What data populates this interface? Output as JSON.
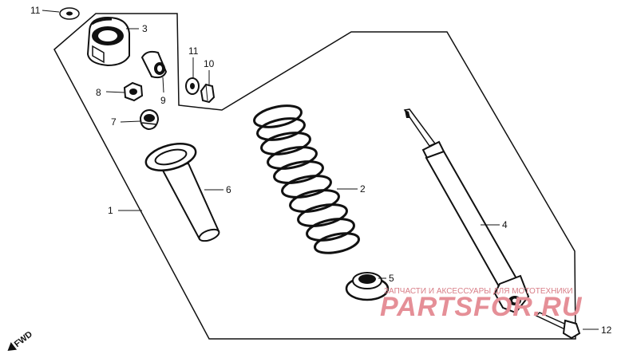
{
  "parts": [
    {
      "id": "1",
      "label": "1"
    },
    {
      "id": "2",
      "label": "2"
    },
    {
      "id": "3",
      "label": "3"
    },
    {
      "id": "4",
      "label": "4"
    },
    {
      "id": "5",
      "label": "5"
    },
    {
      "id": "6",
      "label": "6"
    },
    {
      "id": "7",
      "label": "7"
    },
    {
      "id": "8",
      "label": "8"
    },
    {
      "id": "9",
      "label": "9"
    },
    {
      "id": "10",
      "label": "10"
    },
    {
      "id": "11a",
      "label": "11"
    },
    {
      "id": "11b",
      "label": "11"
    },
    {
      "id": "12",
      "label": "12"
    }
  ],
  "direction_label": "FWD",
  "watermark": {
    "subtitle": "ЗАПЧАСТИ И АКСЕССУАРЫ ДЛЯ МОТОТЕХНИКИ",
    "brand": "PARTSFOR.RU"
  },
  "colors": {
    "line": "#111111",
    "watermark": "#e58f97"
  }
}
